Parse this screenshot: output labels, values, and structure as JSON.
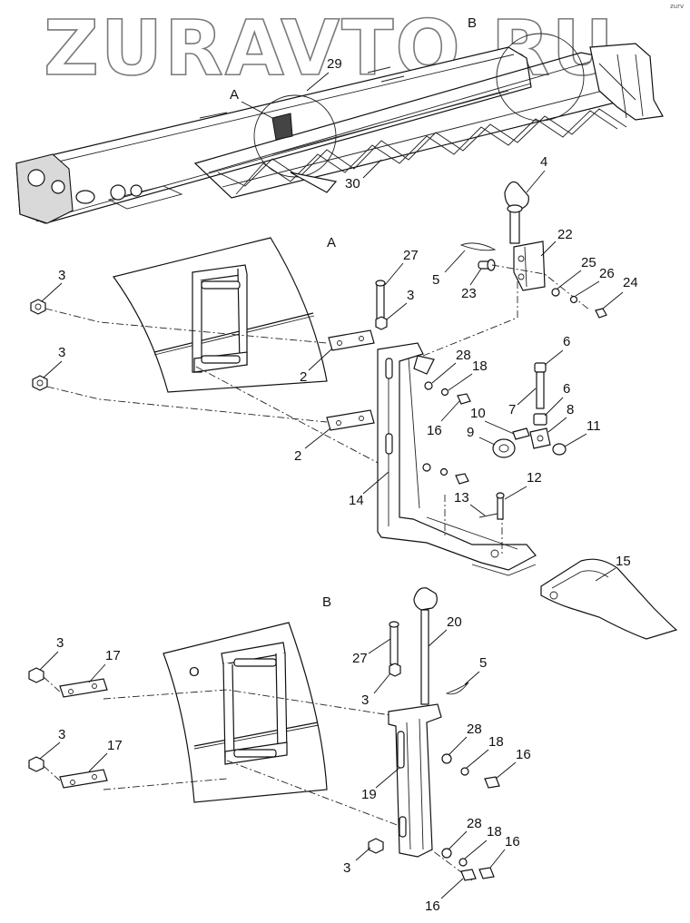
{
  "watermark": "ZURAVTO.RU",
  "corner_mark": "zurv",
  "section_labels": {
    "top_A": "A",
    "top_B": "B",
    "detail_A": "A",
    "detail_B": "B"
  },
  "callouts": {
    "c29": "29",
    "c30": "30",
    "c4": "4",
    "c22": "22",
    "c27a": "27",
    "c5a": "5",
    "c25": "25",
    "c26": "26",
    "c24": "24",
    "c23": "23",
    "c3a": "3",
    "c3b": "3",
    "c3c": "3",
    "c2a": "2",
    "c2b": "2",
    "c28a": "28",
    "c18a": "18",
    "c6a": "6",
    "c6b": "6",
    "c7": "7",
    "c8": "8",
    "c10": "10",
    "c16a": "16",
    "c9": "9",
    "c11": "11",
    "c14": "14",
    "c12": "12",
    "c13": "13",
    "c15": "15",
    "c20": "20",
    "c27b": "27",
    "c5b": "5",
    "c3d": "3",
    "c3e": "3",
    "c17a": "17",
    "c3f": "3",
    "c17b": "17",
    "c28b": "28",
    "c18b": "18",
    "c16b": "16",
    "c19": "19",
    "c28c": "28",
    "c18c": "18",
    "c16c": "16",
    "c3g": "3",
    "c16d": "16"
  },
  "panel_mark": "O"
}
